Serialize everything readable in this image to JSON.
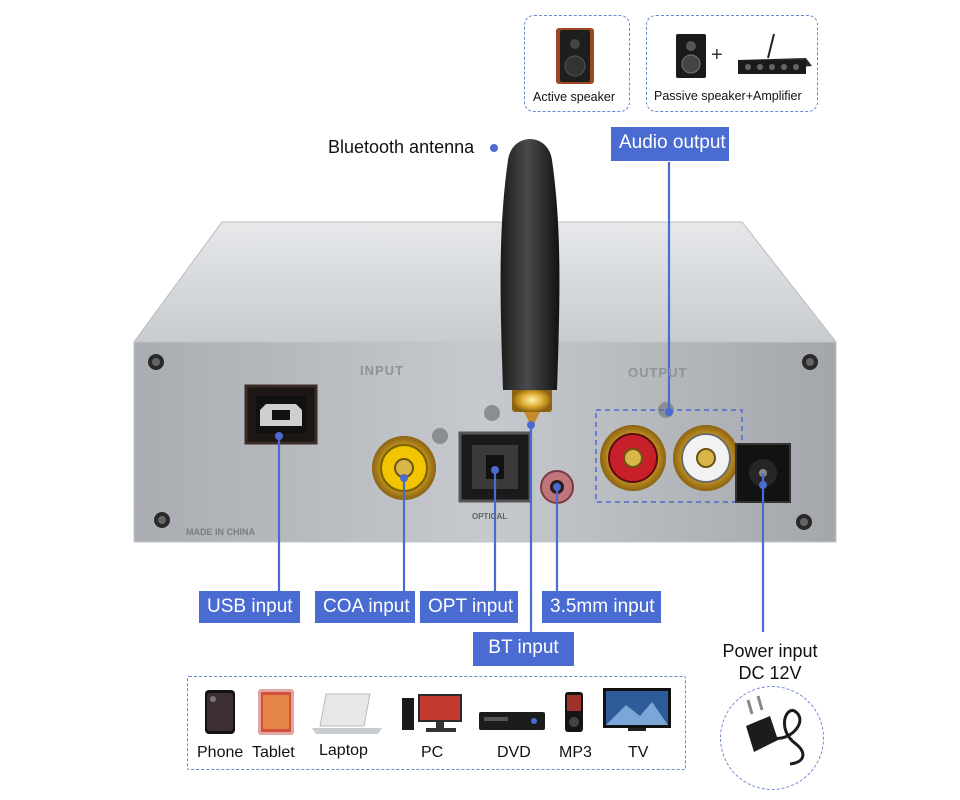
{
  "outputs": {
    "active_speaker": "Active speaker",
    "passive_speaker": "Passive speaker+Amplifier",
    "plus": "+"
  },
  "labels": {
    "bluetooth_antenna": "Bluetooth antenna",
    "audio_output": "Audio output",
    "usb_input": "USB input",
    "coa_input": "COA input",
    "opt_input": "OPT input",
    "mm_input": "3.5mm input",
    "bt_input": "BT input",
    "power_input_line1": "Power input",
    "power_input_line2": "DC 12V"
  },
  "panel_prints": {
    "input": "INPUT",
    "output": "OUTPUT",
    "optical": "OPTICAL",
    "made_in_china": "MADE IN CHINA"
  },
  "devices": [
    "Phone",
    "Tablet",
    "Laptop",
    "PC",
    "DVD",
    "MP3",
    "TV"
  ],
  "colors": {
    "accent": "#4a6bd1",
    "chassis": "#c9ccd0",
    "rca_red": "#c8202a",
    "rca_white": "#f2f2f2",
    "rca_yellow": "#f3c400"
  }
}
